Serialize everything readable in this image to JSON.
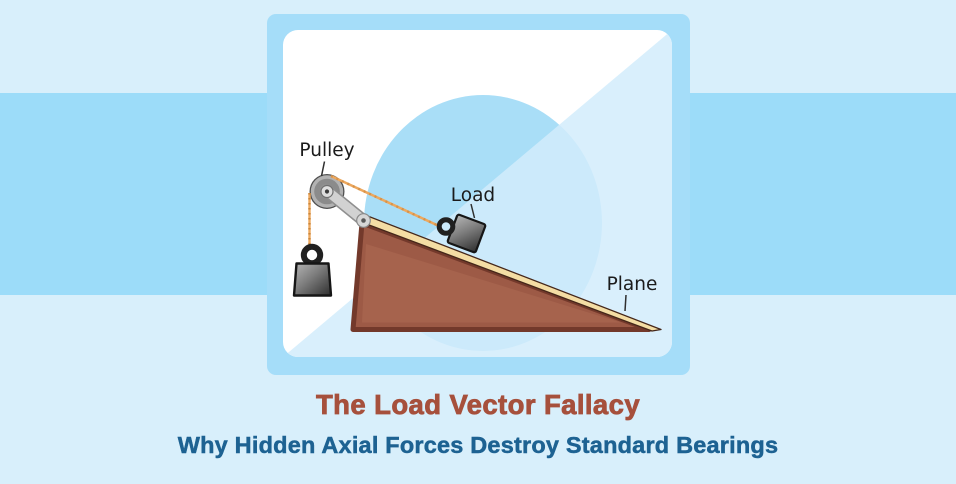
{
  "heading": {
    "title": "The Load Vector Fallacy",
    "subtitle": "Why Hidden Axial Forces Destroy Standard Bearings"
  },
  "scene": {
    "labels": {
      "pulley": "Pulley",
      "load": "Load",
      "plane": "Plane"
    }
  },
  "colors": {
    "band_light": "#d8effb",
    "band_mid": "#9cdcf9",
    "card_frame": "#a5ddf9",
    "card_inner": "#ffffff",
    "backdrop_circle": "#a9def7",
    "wedge": "#d3ecfa",
    "rope": "#eda85e",
    "rope_shadow": "#c9863d",
    "plane_face": "#9d5a46",
    "plane_face_light": "#a6634d",
    "plane_border": "#73392b",
    "plane_surface": "#f4dda4",
    "plane_surface_edge": "#45271a",
    "metal_dark": "#161616",
    "title": "#a6503c",
    "subtitle": "#1d6292",
    "label_text": "#1b1b1b"
  }
}
